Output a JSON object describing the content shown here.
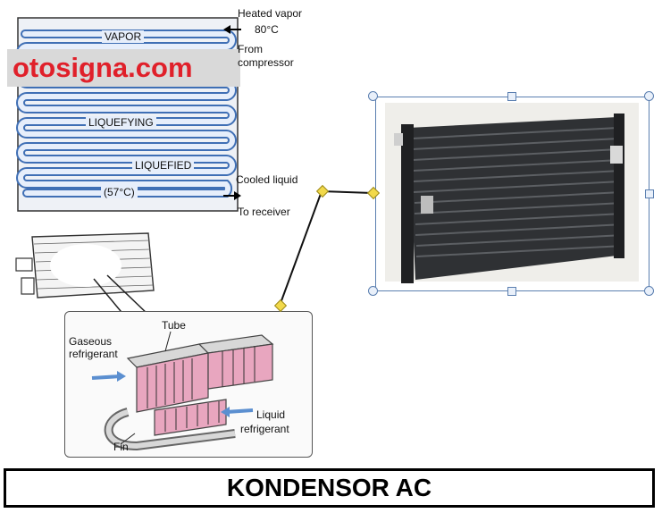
{
  "watermark": "otosigna.com",
  "top_diagram": {
    "vapor_label": "VAPOR",
    "liquefying_label": "LIQUEFYING",
    "liquefied_label": "LIQUEFIED",
    "temp_label": "(57°C)",
    "heated_vapor": "Heated vapor",
    "heated_temp": "80°C",
    "from_label": "From",
    "compressor_label": "compressor",
    "cooled_liquid": "Cooled liquid",
    "to_receiver": "To receiver"
  },
  "detail_diagram": {
    "tube_label": "Tube",
    "gaseous_label": "Gaseous",
    "refrigerant_label": "refrigerant",
    "liquid_label": "Liquid",
    "liquid_refrigerant_label": "refrigerant",
    "fin_label": "Fin"
  },
  "footer": {
    "title": "KONDENSOR AC"
  },
  "colors": {
    "tube_blue": "#5b8fd0",
    "tube_light": "#cfe0f5",
    "pink": "#e8a6bf",
    "accent": "#f2d94a"
  }
}
